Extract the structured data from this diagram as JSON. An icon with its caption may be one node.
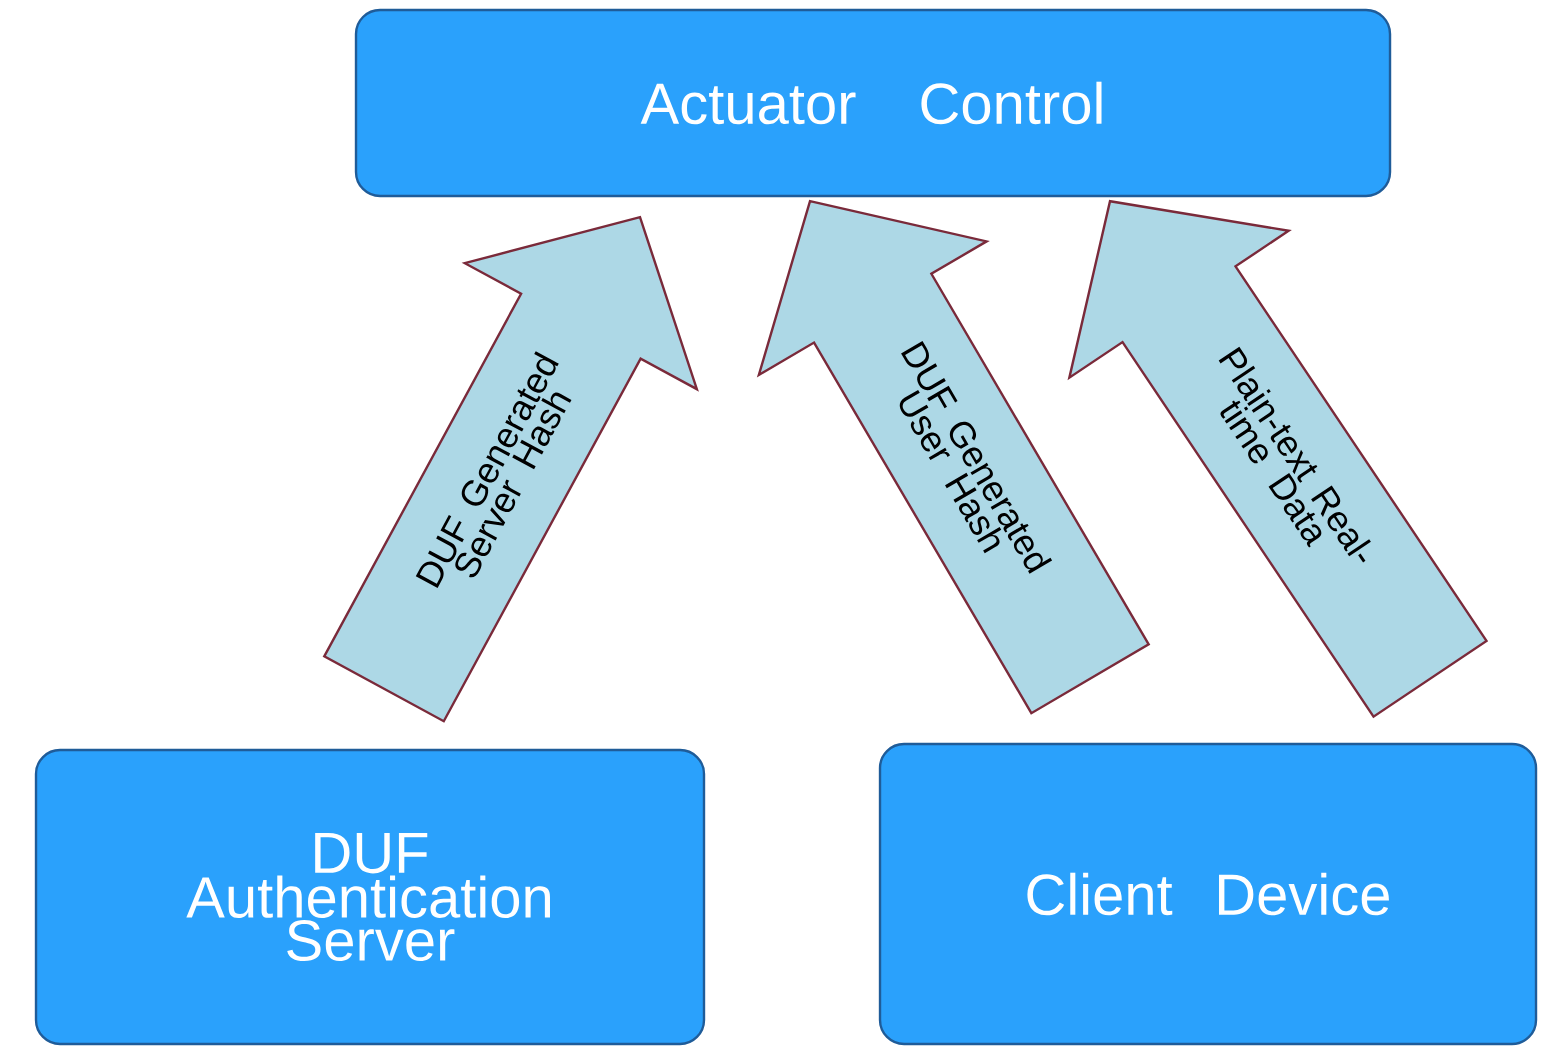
{
  "diagram": {
    "nodes": [
      {
        "text": [
          "Actuator Control"
        ]
      },
      {
        "text": [
          "DUF Authentication Server"
        ]
      },
      {
        "text": [
          "Client Device"
        ]
      }
    ],
    "edges": [
      {
        "from": 1,
        "to": 0,
        "arrow": "to",
        "label": "DUF Generated Server Hash"
      },
      {
        "from": 2,
        "to": 0,
        "arrow": "to",
        "label": "DUF Generated User Hash"
      },
      {
        "from": 2,
        "to": 0,
        "arrow": "to",
        "label": "Plain-text Real-time Data"
      }
    ]
  }
}
